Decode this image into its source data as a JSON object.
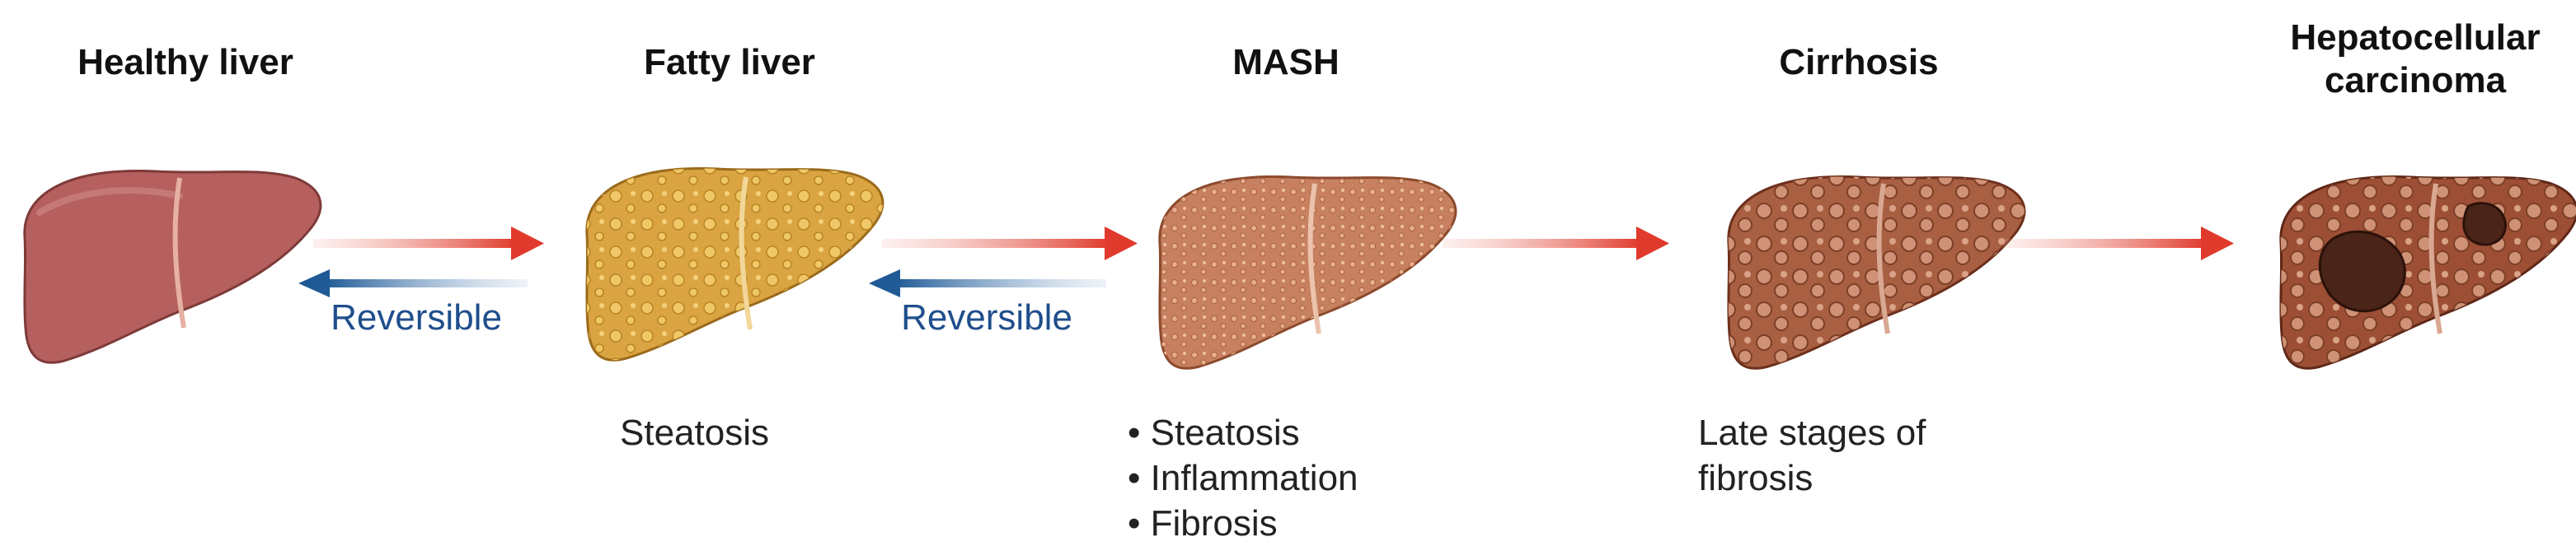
{
  "colors": {
    "forward_arrow": "#e03a2c",
    "reverse_arrow": "#1f5a96",
    "healthy_liver": "#b5605e",
    "fatty_liver": "#d9a441",
    "mash_liver": "#c78060",
    "cirrhosis_liver": "#a85f42",
    "hcc_liver": "#9d4f35",
    "tumor": "#4a2418"
  },
  "stages": [
    {
      "title": "Healthy liver"
    },
    {
      "title": "Fatty liver",
      "description": "Steatosis"
    },
    {
      "title": "MASH",
      "bullets": [
        "• Steatosis",
        "• Inflammation",
        "• Fibrosis"
      ]
    },
    {
      "title": "Cirrhosis",
      "description_lines": [
        "Late stages of",
        "fibrosis"
      ]
    },
    {
      "title_lines": [
        "Hepatocellular",
        "carcinoma"
      ]
    }
  ],
  "arrows": {
    "reversible_label": "Reversible"
  }
}
